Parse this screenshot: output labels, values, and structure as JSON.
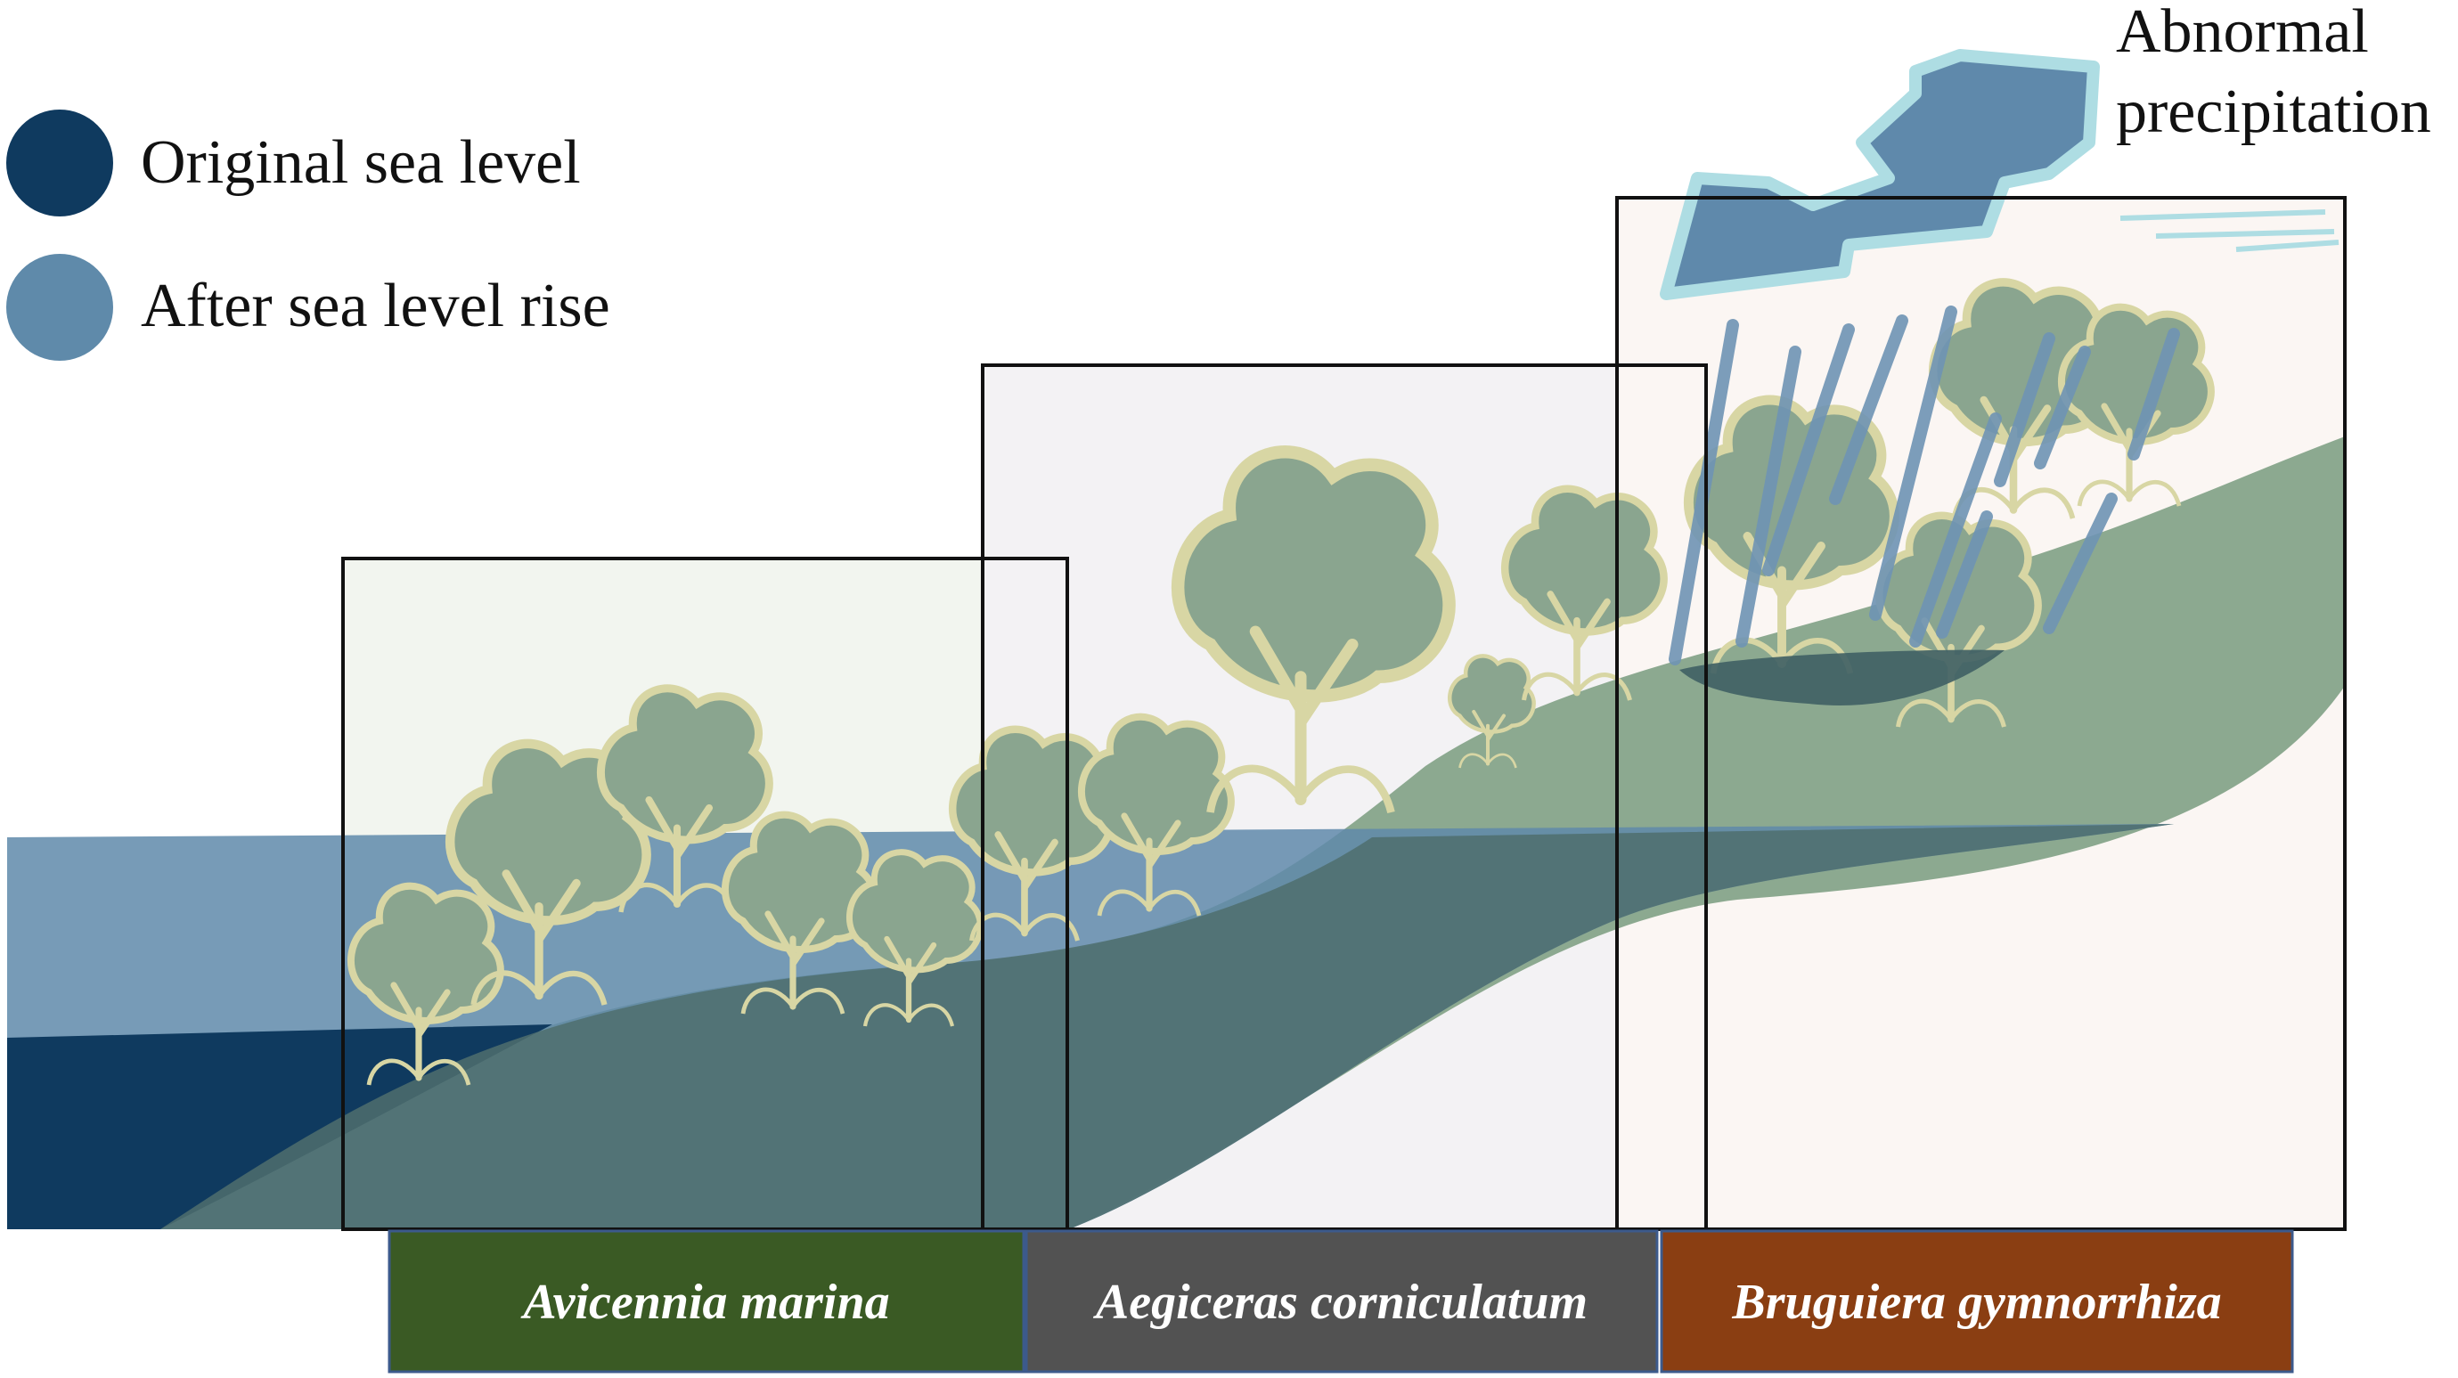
{
  "legend": [
    {
      "label": "Original sea level",
      "color": "#0f3a5f"
    },
    {
      "label": "After sea level rise",
      "color": "#5f8aaa"
    }
  ],
  "annotation": {
    "line1": "Abnormal",
    "line2": "precipitation"
  },
  "species": [
    {
      "label": "Avicennia marina",
      "color": "#3a5a24"
    },
    {
      "label": "Aegiceras corniculatum",
      "color": "#525252"
    },
    {
      "label": "Bruguiera gymnorrhiza",
      "color": "#8a3e12"
    }
  ],
  "colors": {
    "land": "#86a48a",
    "land_submerged": "#4f6f6d",
    "tree_fill": "#8aa58f",
    "tree_outline": "#d8d6a4",
    "cloud": "#5f89ab",
    "cloud_outline": "#aedde3",
    "rain": "#6f94b4"
  }
}
